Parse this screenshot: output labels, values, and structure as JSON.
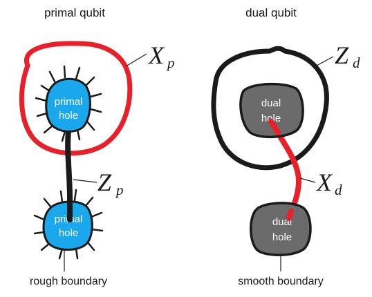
{
  "primal": {
    "title": "primal qubit",
    "hole_top": {
      "line1": "primal",
      "line2": "hole"
    },
    "hole_bottom": {
      "line1": "primal",
      "line2": "hole"
    },
    "loop_label": {
      "main": "X",
      "sub": "p"
    },
    "chain_label": {
      "main": "Z",
      "sub": "p"
    },
    "boundary_label": "rough boundary"
  },
  "dual": {
    "title": "dual qubit",
    "hole_top": {
      "line1": "dual",
      "line2": "hole"
    },
    "hole_bottom": {
      "line1": "dual",
      "line2": "hole"
    },
    "loop_label": {
      "main": "Z",
      "sub": "d"
    },
    "chain_label": {
      "main": "X",
      "sub": "d"
    },
    "boundary_label": "smooth boundary"
  },
  "colors": {
    "red": "#e8202a",
    "black": "#1a1a1a",
    "primal_hole": "#19a8ec",
    "dual_hole": "#6b6b6b",
    "hole_text": "#ffffff",
    "label_text": "#1a1a1a"
  }
}
